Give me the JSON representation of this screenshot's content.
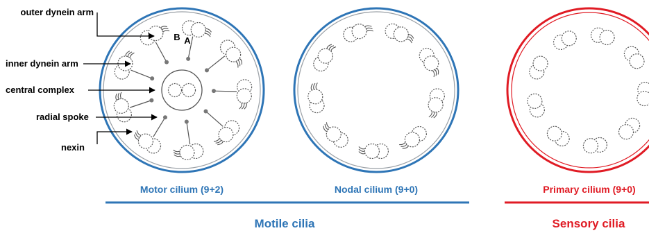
{
  "labels": {
    "outer_dynein_arm": "outer dynein arm",
    "inner_dynein_arm": "inner dynein arm",
    "central_complex": "central complex",
    "radial_spoke": "radial spoke",
    "nexin": "nexin",
    "doublet_b": "B",
    "doublet_a": "A"
  },
  "cilia": [
    {
      "name": "Motor cilium (9+2)",
      "color": "#2e75b6"
    },
    {
      "name": "Nodal cilium (9+0)",
      "color": "#2e75b6"
    },
    {
      "name": "Primary cilium (9+0)",
      "color": "#e01b24"
    }
  ],
  "groups": [
    {
      "name": "Motile cilia",
      "color": "#2e75b6"
    },
    {
      "name": "Sensory cilia",
      "color": "#e01b24"
    }
  ],
  "colors": {
    "motile": "#2e75b6",
    "sensory": "#e01b24",
    "membrane_inner": "#9aa0a6",
    "structure": "#555555"
  }
}
